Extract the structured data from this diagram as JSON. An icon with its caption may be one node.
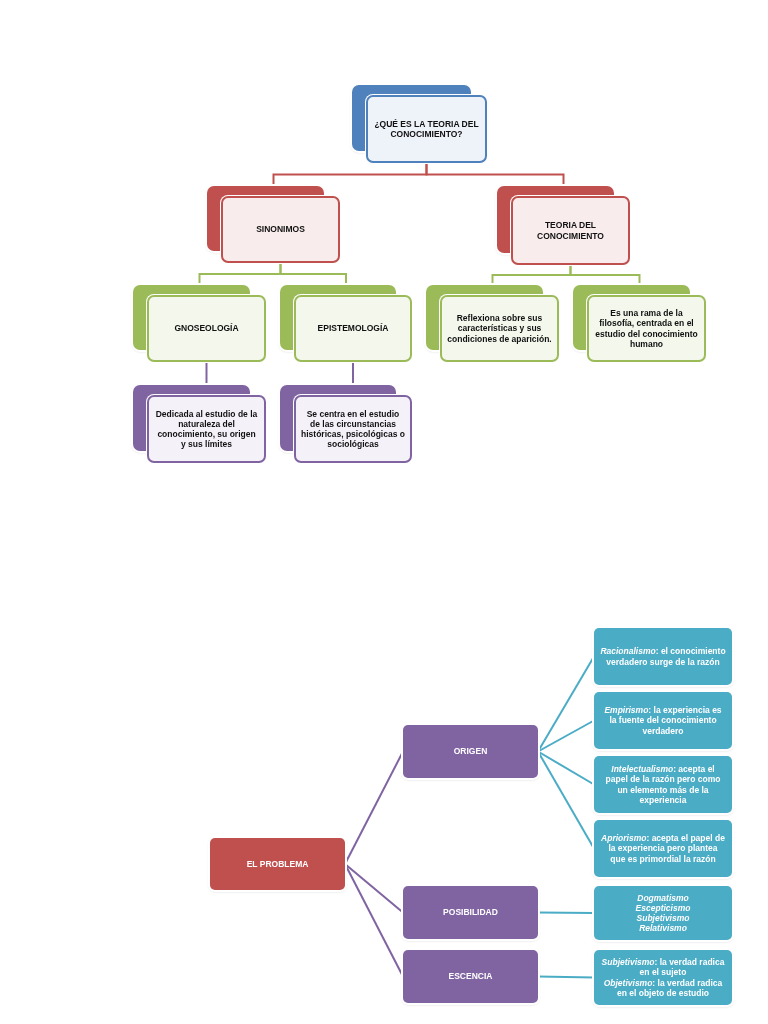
{
  "diagram": {
    "nodes": [
      {
        "text": [
          "¿QUÉ ES LA TEORIA DEL CONOCIMIENTO?"
        ]
      },
      {
        "text": [
          "SINONIMOS"
        ]
      },
      {
        "text": [
          "TEORIA DEL CONOCIMIENTO"
        ]
      },
      {
        "text": [
          "GNOSEOLOGÍA"
        ]
      },
      {
        "text": [
          "EPISTEMOLOGÍA"
        ]
      },
      {
        "text": [
          "Reflexiona sobre sus características y sus condiciones de aparición."
        ]
      },
      {
        "text": [
          "Es una rama de la filosofía, centrada en el estudio del conocimiento humano"
        ]
      },
      {
        "text": [
          "Dedicada al estudio de la naturaleza del conocimiento, su origen y sus límites"
        ]
      },
      {
        "text": [
          "Se centra en el estudio de las circunstancias históricas, psicológicas o sociológicas"
        ]
      },
      {
        "text": [
          "EL PROBLEMA"
        ]
      },
      {
        "text": [
          "ORIGEN"
        ]
      },
      {
        "text": [
          "POSIBILIDAD"
        ]
      },
      {
        "text": [
          "ESCENCIA"
        ]
      },
      {
        "text": [
          "*Racionalismo*: el conocimiento verdadero surge de la razón"
        ]
      },
      {
        "text": [
          "*Empirismo*: la experiencia es la fuente del conocimiento verdadero"
        ]
      },
      {
        "text": [
          "*Intelectualismo*: acepta el papel de la razón pero como un elemento más de la experiencia"
        ]
      },
      {
        "text": [
          "*Apriorismo*: acepta el papel de la experiencia pero plantea que es primordial la razón"
        ]
      },
      {
        "text": [
          "Dogmatismo",
          "Escepticismo",
          "Subjetivismo",
          "Relativismo"
        ]
      },
      {
        "text": [
          "*Subjetivismo*: la verdad radica en el sujeto",
          "*Objetivismo*: la verdad radica en el objeto de estudio"
        ]
      }
    ],
    "edges": [
      {
        "from": 0,
        "to": 1,
        "arrow": "none",
        "color": "#c0504d"
      },
      {
        "from": 0,
        "to": 2,
        "arrow": "none",
        "color": "#c0504d"
      },
      {
        "from": 1,
        "to": 3,
        "arrow": "none",
        "color": "#9bbb59"
      },
      {
        "from": 1,
        "to": 4,
        "arrow": "none",
        "color": "#9bbb59"
      },
      {
        "from": 2,
        "to": 5,
        "arrow": "none",
        "color": "#9bbb59"
      },
      {
        "from": 2,
        "to": 6,
        "arrow": "none",
        "color": "#9bbb59"
      },
      {
        "from": 3,
        "to": 7,
        "arrow": "none",
        "color": "#8064a2"
      },
      {
        "from": 4,
        "to": 8,
        "arrow": "none",
        "color": "#8064a2"
      },
      {
        "from": 9,
        "to": 10,
        "arrow": "none",
        "color": "#8064a2"
      },
      {
        "from": 9,
        "to": 11,
        "arrow": "none",
        "color": "#8064a2"
      },
      {
        "from": 9,
        "to": 12,
        "arrow": "none",
        "color": "#8064a2"
      },
      {
        "from": 10,
        "to": 13,
        "arrow": "none",
        "color": "#4bacc6"
      },
      {
        "from": 10,
        "to": 14,
        "arrow": "none",
        "color": "#4bacc6"
      },
      {
        "from": 10,
        "to": 15,
        "arrow": "none",
        "color": "#4bacc6"
      },
      {
        "from": 10,
        "to": 16,
        "arrow": "none",
        "color": "#4bacc6"
      },
      {
        "from": 11,
        "to": 17,
        "arrow": "none",
        "color": "#4bacc6"
      },
      {
        "from": 12,
        "to": 18,
        "arrow": "none",
        "color": "#4bacc6"
      }
    ]
  }
}
